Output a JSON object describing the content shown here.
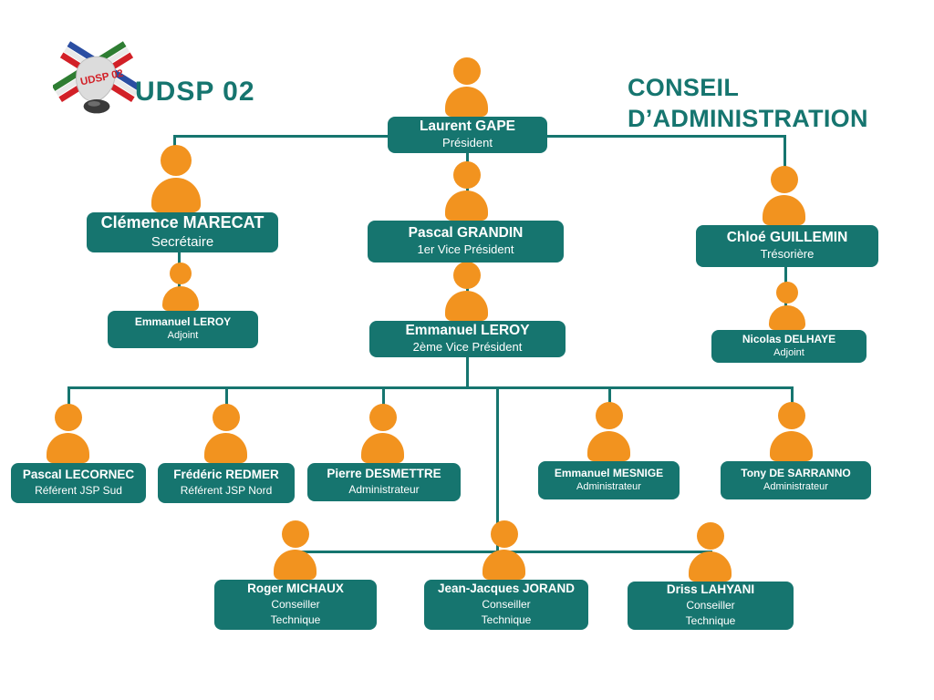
{
  "page": {
    "logo_title": "UDSP 02",
    "heading": "CONSEIL\nD’ADMINISTRATION",
    "emblem_text": "UDSP 02"
  },
  "colors": {
    "teal": "#16756F",
    "orange": "#F2931F"
  },
  "nodes": [
    {
      "name": "Laurent GAPE",
      "role": "Président"
    },
    {
      "name": "Clémence MARECAT",
      "role": "Secrétaire"
    },
    {
      "name": "Pascal GRANDIN",
      "role": "1er Vice Président"
    },
    {
      "name": "Chloé GUILLEMIN",
      "role": "Trésorière"
    },
    {
      "name": "Emmanuel LEROY",
      "role": "Adjoint"
    },
    {
      "name": "Emmanuel LEROY",
      "role": "2ème Vice Président"
    },
    {
      "name": "Nicolas DELHAYE",
      "role": "Adjoint"
    },
    {
      "name": "Pascal LECORNEC",
      "role": "Référent JSP Sud"
    },
    {
      "name": "Frédéric REDMER",
      "role": "Référent JSP Nord"
    },
    {
      "name": "Pierre DESMETTRE",
      "role": "Administrateur"
    },
    {
      "name": "Emmanuel MESNIGE",
      "role": "Administrateur"
    },
    {
      "name": "Tony DE SARRANNO",
      "role": "Administrateur"
    },
    {
      "name": "Roger MICHAUX",
      "role": "Conseiller\nTechnique"
    },
    {
      "name": "Jean-Jacques JORAND",
      "role": "Conseiller\nTechnique"
    },
    {
      "name": "Driss LAHYANI",
      "role": "Conseiller\nTechnique"
    }
  ]
}
